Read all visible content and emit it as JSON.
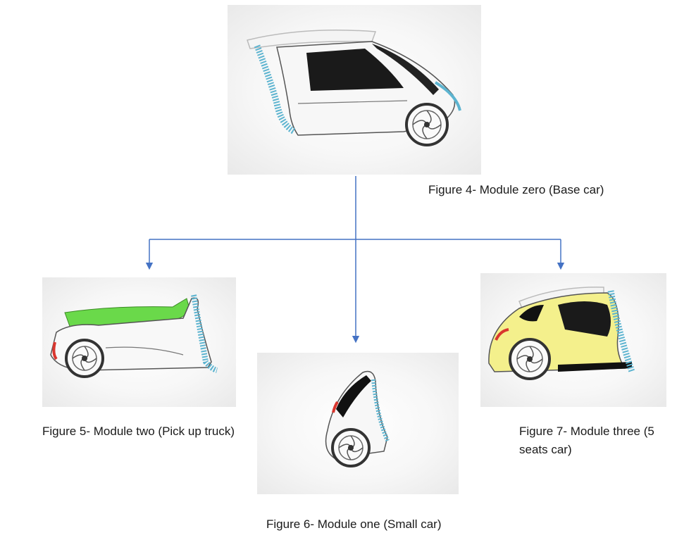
{
  "figures": {
    "base": {
      "caption": "Figure 4- Module zero (Base car)"
    },
    "pickup": {
      "caption": "Figure 5- Module two (Pick up truck)",
      "accent": "#6ad94a"
    },
    "small": {
      "caption": "Figure 6- Module one (Small car)"
    },
    "five_seats": {
      "caption": "Figure 7- Module three (5 seats car)",
      "accent": "#f4f08c"
    }
  },
  "colors": {
    "connector": "#4472c4",
    "trim": "#5db4d0",
    "tail_light": "#d9362e",
    "window": "#111111"
  }
}
